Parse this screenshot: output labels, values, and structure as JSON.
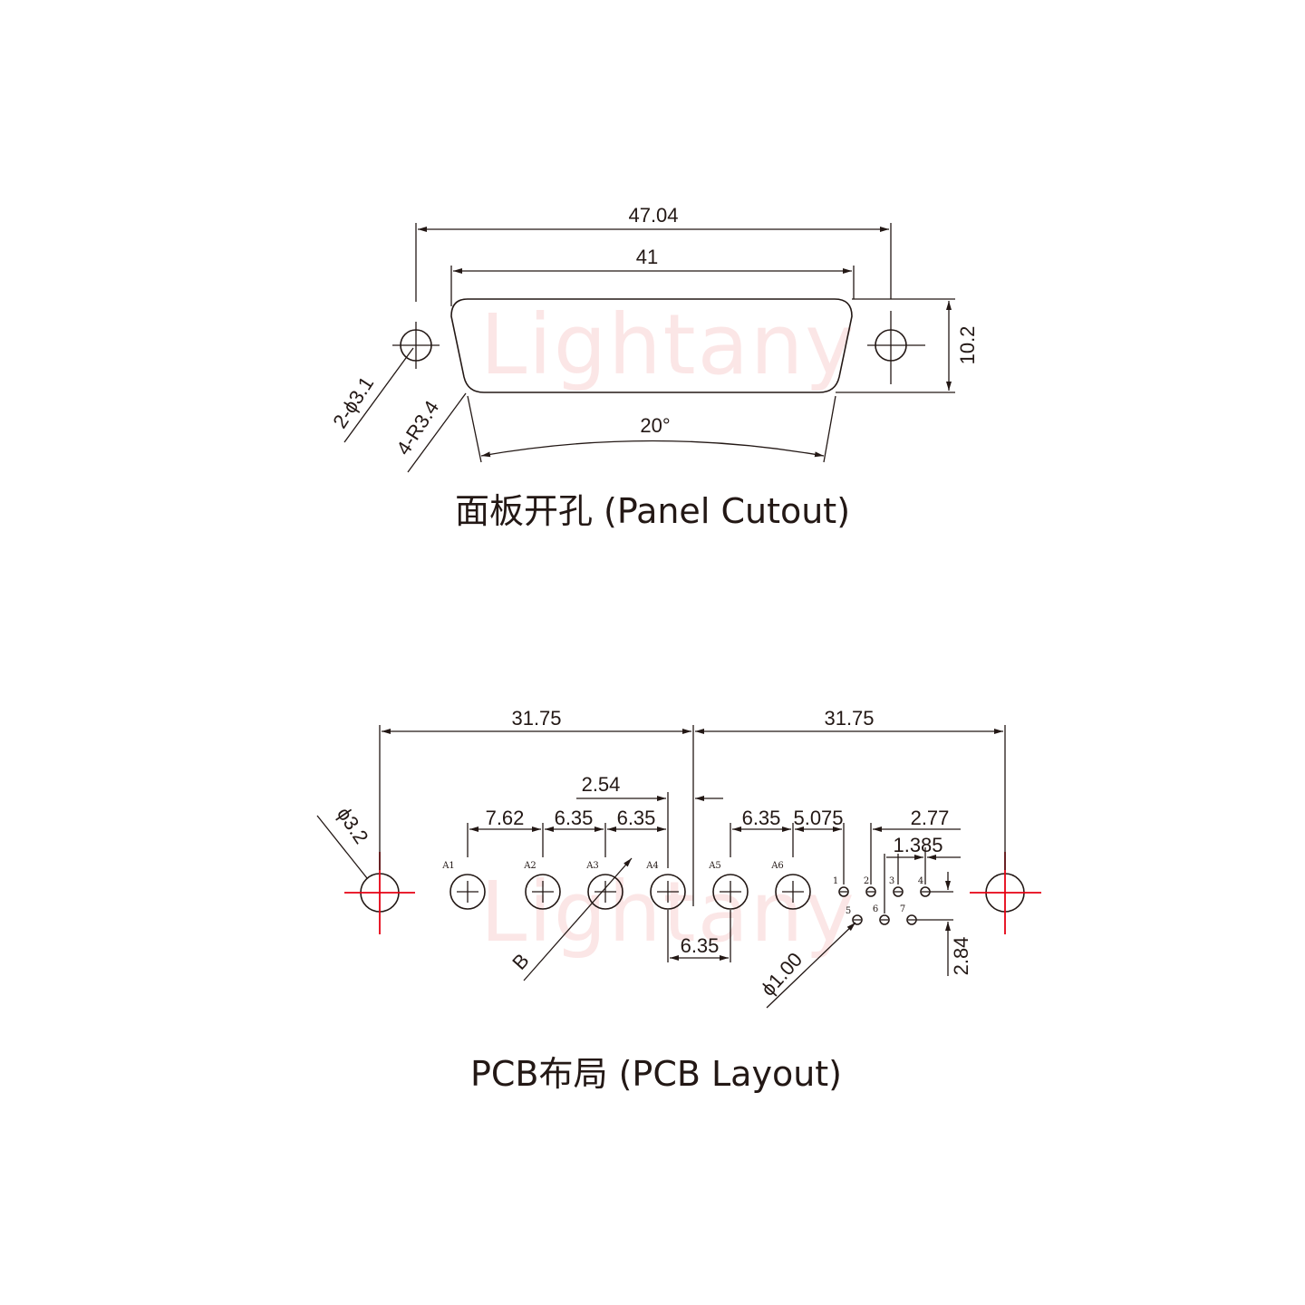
{
  "watermark": "Lightany",
  "panel": {
    "title": "面板开孔 (Panel Cutout)",
    "dims": {
      "overall": "47.04",
      "body": "41",
      "height": "10.2",
      "angle": "20°",
      "holes": "2-ϕ3.1",
      "radius": "4-R3.4"
    }
  },
  "pcb": {
    "title": "PCB布局 (PCB Layout)",
    "dims": {
      "left_half": "31.75",
      "right_half": "31.75",
      "mount_hole": "ϕ3.2",
      "pitch_a1_a2": "7.62",
      "pitch_a2_a3": "6.35",
      "pitch_a3_a4": "6.35",
      "offset": "2.54",
      "pitch_a5_a6": "6.35",
      "pitch_a6_sig": "5.075",
      "sig_span": "2.77",
      "sig_pitch": "1.385",
      "center_gap": "6.35",
      "row_offset": "2.84",
      "large_pin": "B",
      "small_pin": "ϕ1.00"
    },
    "pins": {
      "large": [
        "A1",
        "A2",
        "A3",
        "A4",
        "A5",
        "A6"
      ],
      "small": [
        "1",
        "2",
        "3",
        "4",
        "5",
        "6",
        "7"
      ]
    }
  },
  "colors": {
    "line": "#231815",
    "centerline": "#e60012",
    "watermark": "#f4b8b8"
  }
}
